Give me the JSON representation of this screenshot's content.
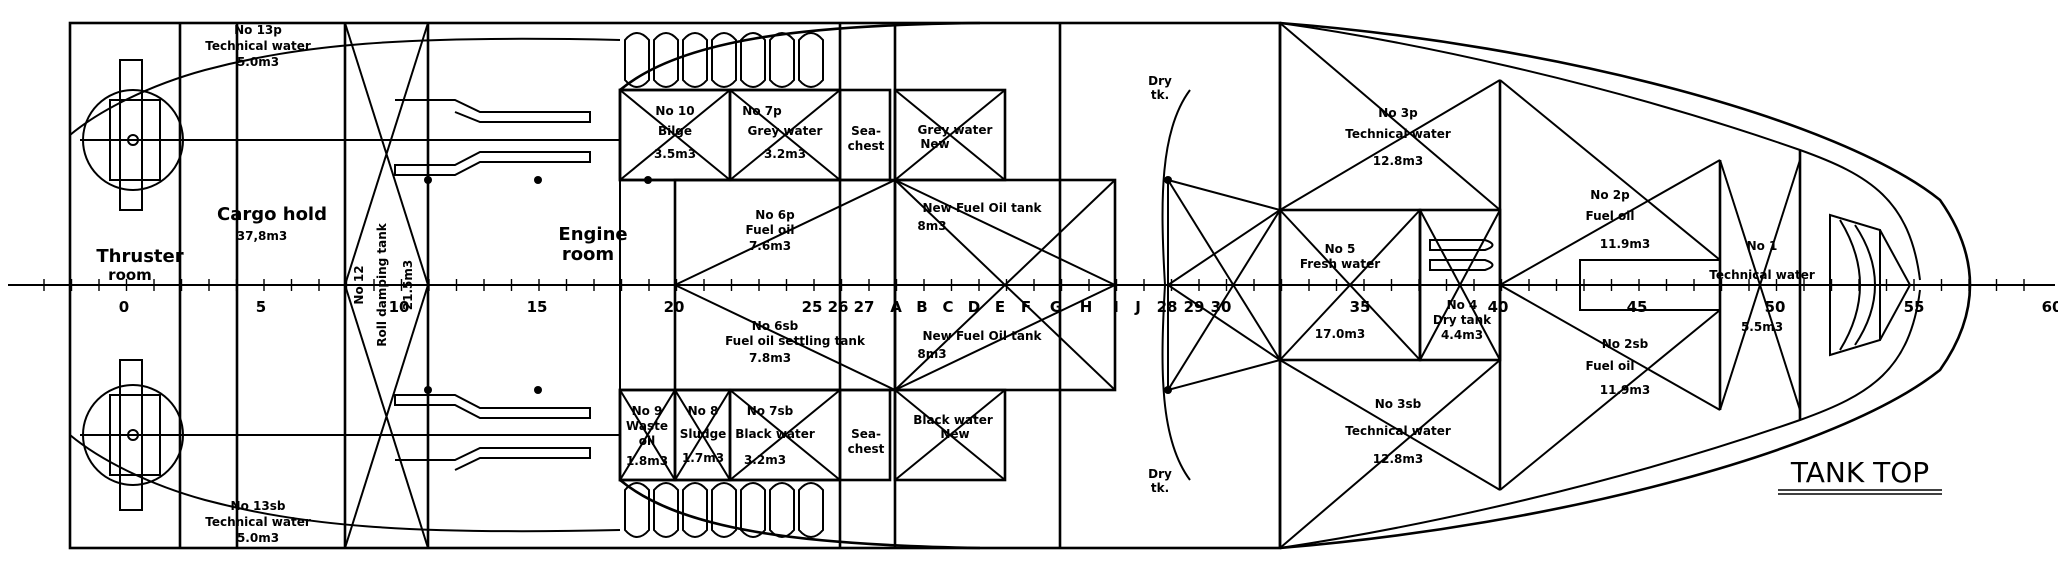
{
  "drawing_title": "TANK TOP",
  "scale_ticks": [
    "0",
    "5",
    "10",
    "15",
    "20",
    "25",
    "26",
    "27",
    "A",
    "B",
    "C",
    "D",
    "E",
    "F",
    "G",
    "H",
    "I",
    "J",
    "28",
    "29",
    "30",
    "35",
    "40",
    "45",
    "50",
    "55",
    "60"
  ],
  "labels": {
    "thruster_room": [
      "Thruster",
      "room"
    ],
    "cargo_hold": [
      "Cargo hold",
      "37,8m3"
    ],
    "engine_room": [
      "Engine",
      "room"
    ],
    "no12": [
      "No 12",
      "Roll damping tank",
      "21.5m3"
    ],
    "no13p": [
      "No 13p",
      "Technical water",
      "5.0m3"
    ],
    "no13sb": [
      "No 13sb",
      "Technical water",
      "5.0m3"
    ],
    "no10": [
      "No 10",
      "Bilge",
      "3.5m3"
    ],
    "no7p": [
      "No 7p",
      "Grey water",
      "3.2m3"
    ],
    "sea_chest_p": [
      "Sea-",
      "chest"
    ],
    "grey_water_new": [
      "Grey water",
      "New"
    ],
    "no6p": [
      "No 6p",
      "Fuel oil",
      "7.6m3"
    ],
    "new_fuel_p": [
      "New Fuel Oil tank",
      "8m3"
    ],
    "no6sb": [
      "No 6sb",
      "Fuel oil settling tank",
      "7.8m3"
    ],
    "new_fuel_sb": [
      "New Fuel Oil tank",
      "8m3"
    ],
    "no9": [
      "No 9",
      "Waste",
      "oil",
      "1.8m3"
    ],
    "no8": [
      "No 8",
      "Sludge",
      "1.7m3"
    ],
    "no7sb": [
      "No 7sb",
      "Black water",
      "3.2m3"
    ],
    "sea_chest_sb": [
      "Sea-",
      "chest"
    ],
    "black_water_new": [
      "Black water",
      "New"
    ],
    "dry_p": [
      "Dry",
      "tk."
    ],
    "dry_sb": [
      "Dry",
      "tk."
    ],
    "no3p": [
      "No 3p",
      "Technical water",
      "12.8m3"
    ],
    "no5": [
      "No 5",
      "Fresh water",
      "17.0m3"
    ],
    "no4": [
      "No 4",
      "Dry tank",
      "4.4m3"
    ],
    "no3sb": [
      "No 3sb",
      "Technical water",
      "12.8m3"
    ],
    "no2p": [
      "No 2p",
      "Fuel oil",
      "11.9m3"
    ],
    "no2sb": [
      "No 2sb",
      "Fuel oil",
      "11.9m3"
    ],
    "no1": [
      "No 1",
      "Technical water",
      "5.5m3"
    ]
  }
}
